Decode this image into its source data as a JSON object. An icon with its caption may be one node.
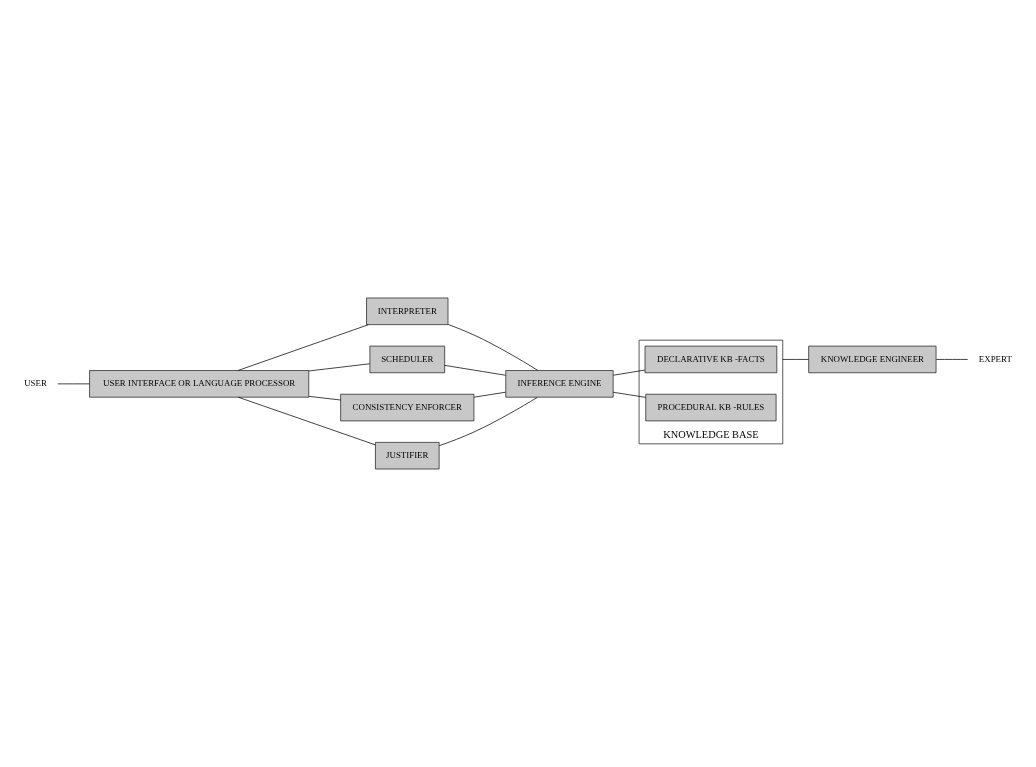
{
  "diagram": {
    "nodes": [
      {
        "text": [
          "USER"
        ]
      },
      {
        "text": [
          "USER INTERFACE OR LANGUAGE PROCESSOR"
        ]
      },
      {
        "text": [
          "INTERPRETER"
        ]
      },
      {
        "text": [
          "SCHEDULER"
        ]
      },
      {
        "text": [
          "CONSISTENCY ENFORCER"
        ]
      },
      {
        "text": [
          "JUSTIFIER"
        ]
      },
      {
        "text": [
          "INFERENCE ENGINE"
        ]
      },
      {
        "text": [
          "KNOWLEDGE BASE"
        ]
      },
      {
        "text": [
          "DECLARATIVE KB -FACTS"
        ],
        "in": 7
      },
      {
        "text": [
          "PROCEDURAL KB -RULES"
        ],
        "in": 7
      },
      {
        "text": [
          "KNOWLEDGE ENGINEER"
        ]
      },
      {
        "text": [
          "EXPERT"
        ]
      }
    ],
    "edges": [
      {
        "from": 0,
        "to": 1,
        "arrow": "none"
      },
      {
        "from": 1,
        "to": 2,
        "arrow": "none"
      },
      {
        "from": 1,
        "to": 3,
        "arrow": "none"
      },
      {
        "from": 1,
        "to": 4,
        "arrow": "none"
      },
      {
        "from": 1,
        "to": 5,
        "arrow": "none"
      },
      {
        "from": 2,
        "to": 6,
        "arrow": "none"
      },
      {
        "from": 3,
        "to": 6,
        "arrow": "none"
      },
      {
        "from": 4,
        "to": 6,
        "arrow": "none"
      },
      {
        "from": 5,
        "to": 6,
        "arrow": "none"
      },
      {
        "from": 6,
        "to": 8,
        "arrow": "none"
      },
      {
        "from": 6,
        "to": 9,
        "arrow": "none"
      },
      {
        "from": 7,
        "to": 10,
        "arrow": "none"
      },
      {
        "from": 10,
        "to": 11,
        "arrow": "none"
      }
    ]
  }
}
